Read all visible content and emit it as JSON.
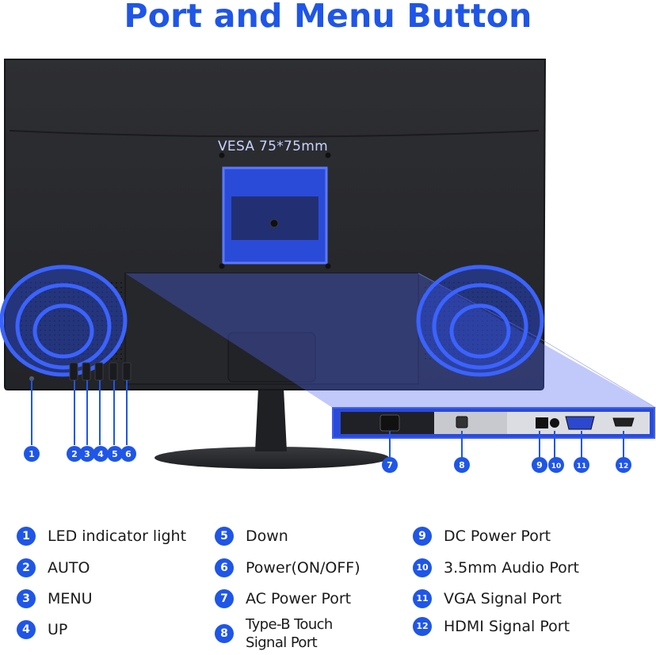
{
  "title": "Port and Menu Button",
  "vesa_label": "VESA 75*75mm",
  "colors": {
    "accent": "#1f56e8",
    "monitor_body": "#2a2b2f",
    "highlight": "#2a4bd8"
  },
  "callouts": [
    "1",
    "2",
    "3",
    "4",
    "5",
    "6",
    "7",
    "8",
    "9",
    "10",
    "11",
    "12"
  ],
  "legend": [
    {
      "num": "1",
      "label": "LED indicator light"
    },
    {
      "num": "2",
      "label": "AUTO"
    },
    {
      "num": "3",
      "label": "MENU"
    },
    {
      "num": "4",
      "label": "UP"
    },
    {
      "num": "5",
      "label": "Down"
    },
    {
      "num": "6",
      "label": "Power(ON/OFF)"
    },
    {
      "num": "7",
      "label": "AC Power Port"
    },
    {
      "num": "8",
      "label": "Type-B Touch\nSignal Port"
    },
    {
      "num": "9",
      "label": "DC Power Port"
    },
    {
      "num": "10",
      "label": "3.5mm Audio Port"
    },
    {
      "num": "11",
      "label": "VGA Signal Port"
    },
    {
      "num": "12",
      "label": "HDMI Signal Port"
    }
  ]
}
